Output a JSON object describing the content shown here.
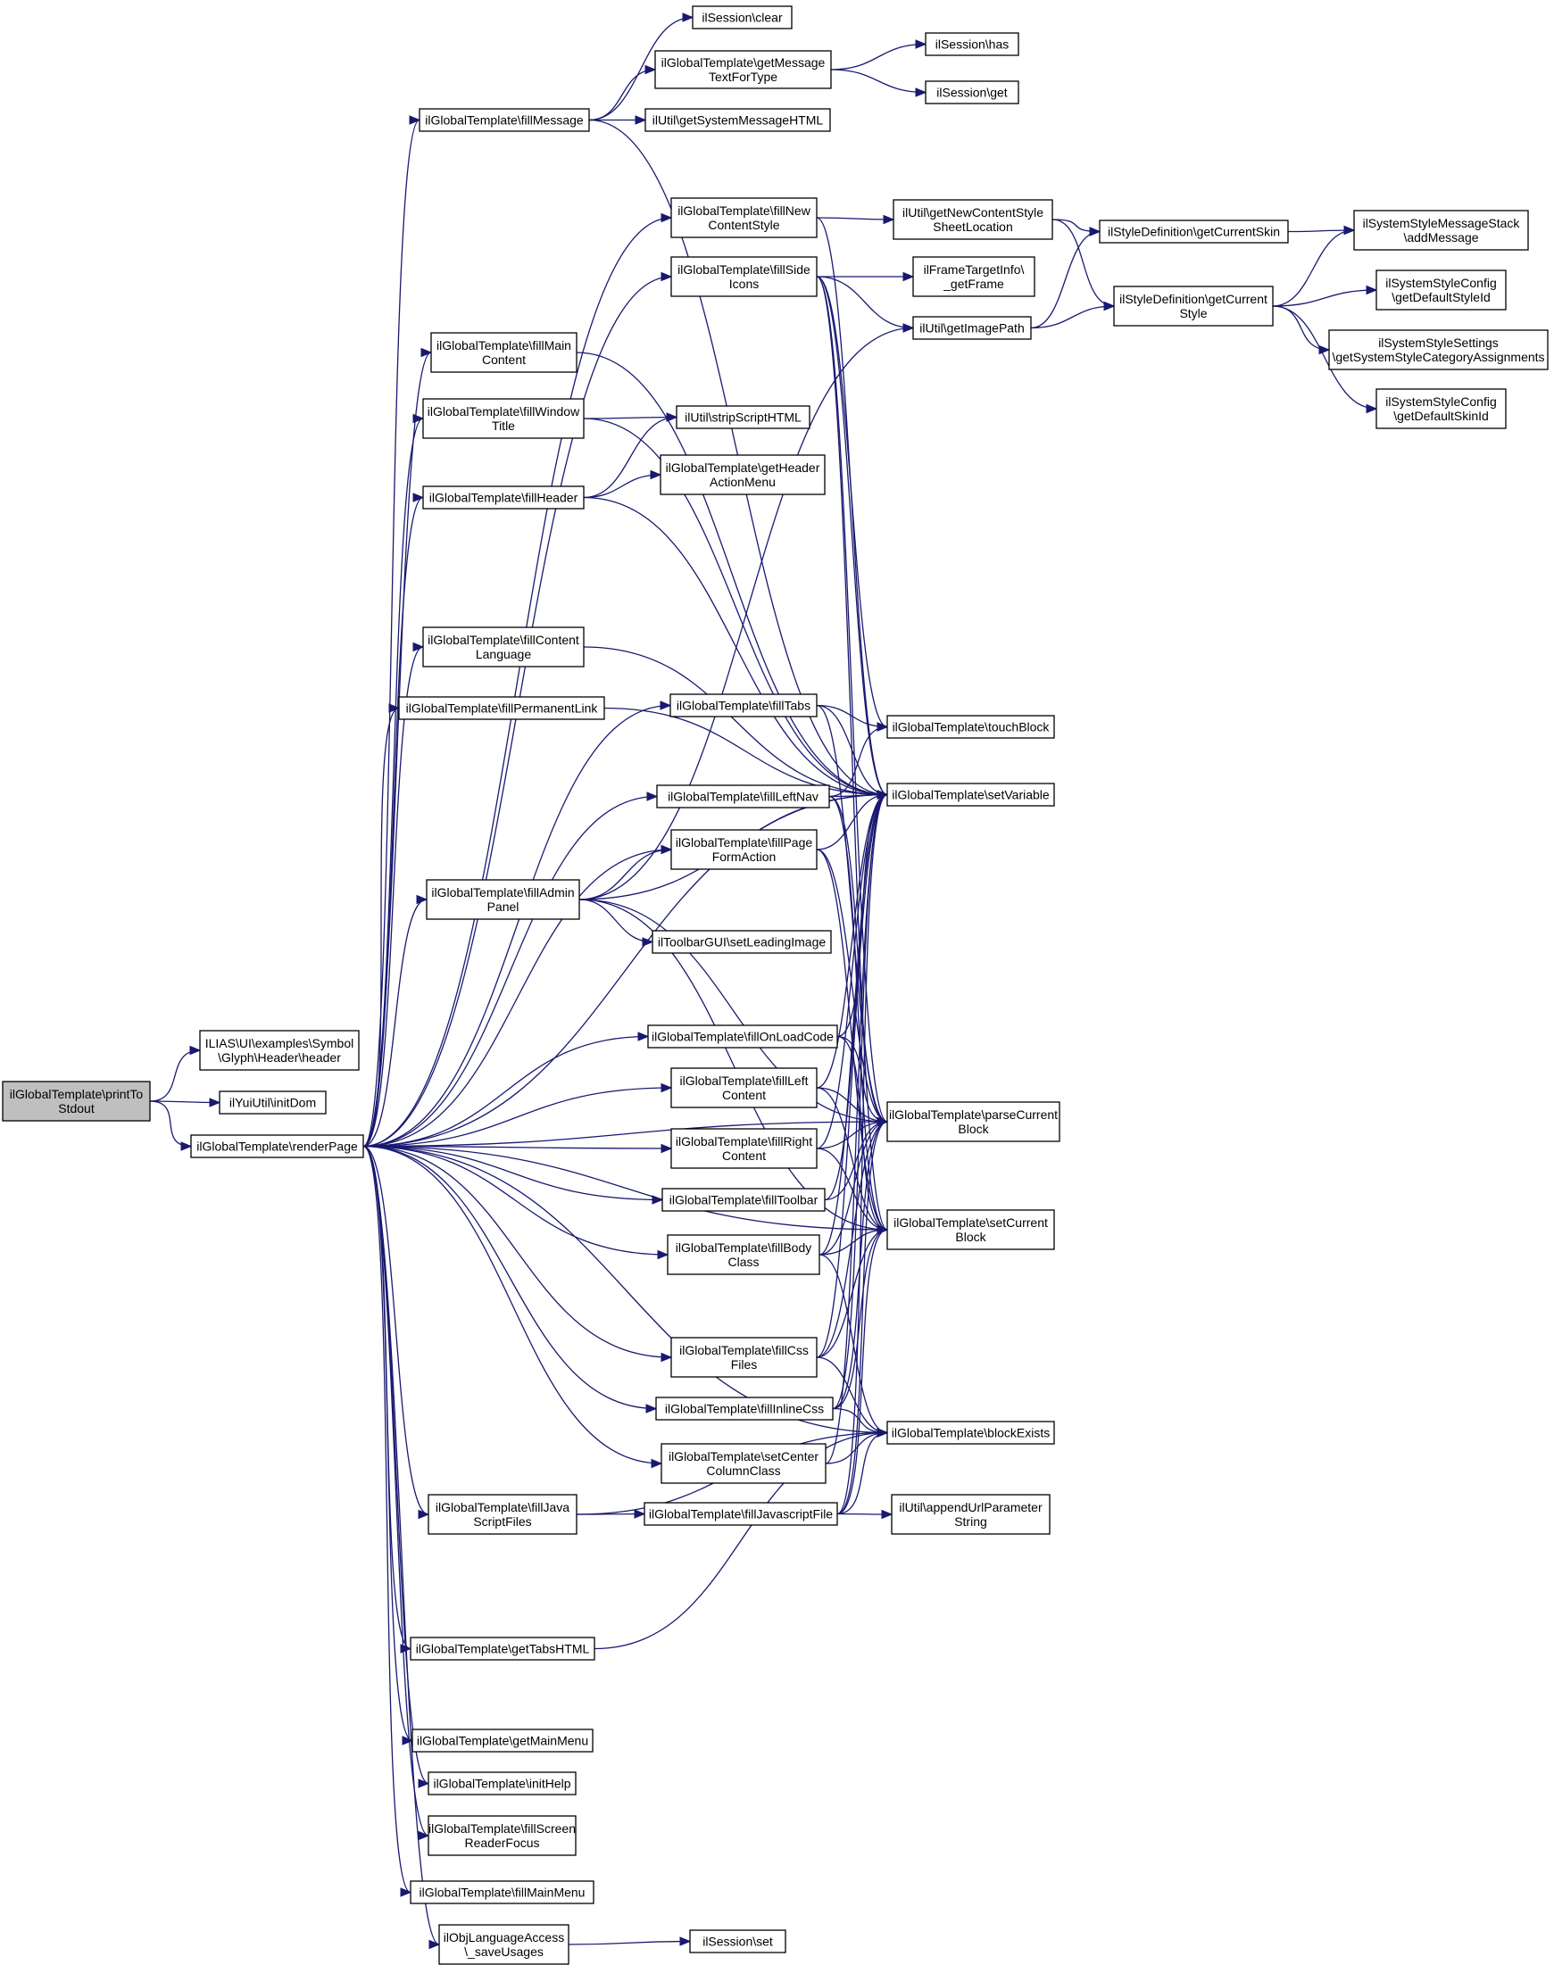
{
  "colors": {
    "edge": "#191970",
    "node_border": "#000000",
    "root_fill": "#bfbfbf",
    "node_fill": "#ffffff"
  },
  "diagram": {
    "type": "call-graph",
    "nodes": [
      {
        "id": "printToStdout",
        "lines": [
          "ilGlobalTemplate\\printTo",
          "Stdout"
        ],
        "root": true
      },
      {
        "id": "header",
        "lines": [
          "ILIAS\\UI\\examples\\Symbol",
          "\\Glyph\\Header\\header"
        ]
      },
      {
        "id": "initDom",
        "lines": [
          "ilYuiUtil\\initDom"
        ]
      },
      {
        "id": "renderPage",
        "lines": [
          "ilGlobalTemplate\\renderPage"
        ]
      },
      {
        "id": "fillMessage",
        "lines": [
          "ilGlobalTemplate\\fillMessage"
        ]
      },
      {
        "id": "sessClear",
        "lines": [
          "ilSession\\clear"
        ]
      },
      {
        "id": "getMsgText",
        "lines": [
          "ilGlobalTemplate\\getMessage",
          "TextForType"
        ]
      },
      {
        "id": "sessHas",
        "lines": [
          "ilSession\\has"
        ]
      },
      {
        "id": "sessGet",
        "lines": [
          "ilSession\\get"
        ]
      },
      {
        "id": "getSysMsg",
        "lines": [
          "ilUtil\\getSystemMessageHTML"
        ]
      },
      {
        "id": "fillNewCS",
        "lines": [
          "ilGlobalTemplate\\fillNew",
          "ContentStyle"
        ]
      },
      {
        "id": "getNewCSS",
        "lines": [
          "ilUtil\\getNewContentStyle",
          "SheetLocation"
        ]
      },
      {
        "id": "getCurSkin",
        "lines": [
          "ilStyleDefinition\\getCurrentSkin"
        ]
      },
      {
        "id": "addMessage",
        "lines": [
          "ilSystemStyleMessageStack",
          "\\addMessage"
        ]
      },
      {
        "id": "fillSideIcons",
        "lines": [
          "ilGlobalTemplate\\fillSide",
          "Icons"
        ]
      },
      {
        "id": "getFrame",
        "lines": [
          "ilFrameTargetInfo\\",
          "_getFrame"
        ]
      },
      {
        "id": "getImagePath",
        "lines": [
          "ilUtil\\getImagePath"
        ]
      },
      {
        "id": "getCurStyle",
        "lines": [
          "ilStyleDefinition\\getCurrent",
          "Style"
        ]
      },
      {
        "id": "defStyleId",
        "lines": [
          "ilSystemStyleConfig",
          "\\getDefaultStyleId"
        ]
      },
      {
        "id": "catAssign",
        "lines": [
          "ilSystemStyleSettings",
          "\\getSystemStyleCategoryAssignments"
        ]
      },
      {
        "id": "defSkinId",
        "lines": [
          "ilSystemStyleConfig",
          "\\getDefaultSkinId"
        ]
      },
      {
        "id": "fillMainContent",
        "lines": [
          "ilGlobalTemplate\\fillMain",
          "Content"
        ]
      },
      {
        "id": "fillWindowTitle",
        "lines": [
          "ilGlobalTemplate\\fillWindow",
          "Title"
        ]
      },
      {
        "id": "stripScript",
        "lines": [
          "ilUtil\\stripScriptHTML"
        ]
      },
      {
        "id": "fillHeader",
        "lines": [
          "ilGlobalTemplate\\fillHeader"
        ]
      },
      {
        "id": "getHeaderAM",
        "lines": [
          "ilGlobalTemplate\\getHeader",
          "ActionMenu"
        ]
      },
      {
        "id": "fillContentLang",
        "lines": [
          "ilGlobalTemplate\\fillContent",
          "Language"
        ]
      },
      {
        "id": "fillPermLink",
        "lines": [
          "ilGlobalTemplate\\fillPermanentLink"
        ]
      },
      {
        "id": "fillTabs",
        "lines": [
          "ilGlobalTemplate\\fillTabs"
        ]
      },
      {
        "id": "touchBlock",
        "lines": [
          "ilGlobalTemplate\\touchBlock"
        ]
      },
      {
        "id": "fillLeftNav",
        "lines": [
          "ilGlobalTemplate\\fillLeftNav"
        ]
      },
      {
        "id": "setVariable",
        "lines": [
          "ilGlobalTemplate\\setVariable"
        ]
      },
      {
        "id": "fillPageFA",
        "lines": [
          "ilGlobalTemplate\\fillPage",
          "FormAction"
        ]
      },
      {
        "id": "fillAdminPanel",
        "lines": [
          "ilGlobalTemplate\\fillAdmin",
          "Panel"
        ]
      },
      {
        "id": "setLeadingImage",
        "lines": [
          "ilToolbarGUI\\setLeadingImage"
        ]
      },
      {
        "id": "fillOnLoad",
        "lines": [
          "ilGlobalTemplate\\fillOnLoadCode"
        ]
      },
      {
        "id": "fillLeftContent",
        "lines": [
          "ilGlobalTemplate\\fillLeft",
          "Content"
        ]
      },
      {
        "id": "parseCurBlock",
        "lines": [
          "ilGlobalTemplate\\parseCurrent",
          "Block"
        ]
      },
      {
        "id": "fillRightContent",
        "lines": [
          "ilGlobalTemplate\\fillRight",
          "Content"
        ]
      },
      {
        "id": "fillToolbar",
        "lines": [
          "ilGlobalTemplate\\fillToolbar"
        ]
      },
      {
        "id": "setCurBlock",
        "lines": [
          "ilGlobalTemplate\\setCurrent",
          "Block"
        ]
      },
      {
        "id": "fillBodyClass",
        "lines": [
          "ilGlobalTemplate\\fillBody",
          "Class"
        ]
      },
      {
        "id": "fillCssFiles",
        "lines": [
          "ilGlobalTemplate\\fillCss",
          "Files"
        ]
      },
      {
        "id": "fillInlineCss",
        "lines": [
          "ilGlobalTemplate\\fillInlineCss"
        ]
      },
      {
        "id": "blockExists",
        "lines": [
          "ilGlobalTemplate\\blockExists"
        ]
      },
      {
        "id": "setCenterCC",
        "lines": [
          "ilGlobalTemplate\\setCenter",
          "ColumnClass"
        ]
      },
      {
        "id": "fillJSFiles",
        "lines": [
          "ilGlobalTemplate\\fillJava",
          "ScriptFiles"
        ]
      },
      {
        "id": "fillJSFile",
        "lines": [
          "ilGlobalTemplate\\fillJavascriptFile"
        ]
      },
      {
        "id": "appendUrl",
        "lines": [
          "ilUtil\\appendUrlParameter",
          "String"
        ]
      },
      {
        "id": "getTabsHTML",
        "lines": [
          "ilGlobalTemplate\\getTabsHTML"
        ]
      },
      {
        "id": "getMainMenu",
        "lines": [
          "ilGlobalTemplate\\getMainMenu"
        ]
      },
      {
        "id": "initHelp",
        "lines": [
          "ilGlobalTemplate\\initHelp"
        ]
      },
      {
        "id": "fillSRF",
        "lines": [
          "ilGlobalTemplate\\fillScreen",
          "ReaderFocus"
        ]
      },
      {
        "id": "fillMainMenu",
        "lines": [
          "ilGlobalTemplate\\fillMainMenu"
        ]
      },
      {
        "id": "saveUsages",
        "lines": [
          "ilObjLanguageAccess",
          "\\_saveUsages"
        ]
      },
      {
        "id": "sessSet",
        "lines": [
          "ilSession\\set"
        ]
      }
    ],
    "edges": [
      [
        "printToStdout",
        "header"
      ],
      [
        "printToStdout",
        "initDom"
      ],
      [
        "printToStdout",
        "renderPage"
      ],
      [
        "renderPage",
        "fillMessage"
      ],
      [
        "renderPage",
        "fillNewCS"
      ],
      [
        "renderPage",
        "fillSideIcons"
      ],
      [
        "renderPage",
        "fillMainContent"
      ],
      [
        "renderPage",
        "fillWindowTitle"
      ],
      [
        "renderPage",
        "fillHeader"
      ],
      [
        "renderPage",
        "fillContentLang"
      ],
      [
        "renderPage",
        "fillPermLink"
      ],
      [
        "renderPage",
        "fillTabs"
      ],
      [
        "renderPage",
        "fillLeftNav"
      ],
      [
        "renderPage",
        "fillPageFA"
      ],
      [
        "renderPage",
        "fillAdminPanel"
      ],
      [
        "renderPage",
        "fillOnLoad"
      ],
      [
        "renderPage",
        "fillLeftContent"
      ],
      [
        "renderPage",
        "fillRightContent"
      ],
      [
        "renderPage",
        "fillToolbar"
      ],
      [
        "renderPage",
        "fillBodyClass"
      ],
      [
        "renderPage",
        "fillCssFiles"
      ],
      [
        "renderPage",
        "fillInlineCss"
      ],
      [
        "renderPage",
        "setCenterCC"
      ],
      [
        "renderPage",
        "fillJSFiles"
      ],
      [
        "renderPage",
        "getTabsHTML"
      ],
      [
        "renderPage",
        "getMainMenu"
      ],
      [
        "renderPage",
        "initHelp"
      ],
      [
        "renderPage",
        "fillSRF"
      ],
      [
        "renderPage",
        "fillMainMenu"
      ],
      [
        "renderPage",
        "saveUsages"
      ],
      [
        "renderPage",
        "setVariable"
      ],
      [
        "renderPage",
        "parseCurBlock"
      ],
      [
        "renderPage",
        "setCurBlock"
      ],
      [
        "renderPage",
        "blockExists"
      ],
      [
        "fillMessage",
        "sessClear"
      ],
      [
        "fillMessage",
        "getMsgText"
      ],
      [
        "fillMessage",
        "getSysMsg"
      ],
      [
        "fillMessage",
        "setVariable"
      ],
      [
        "getMsgText",
        "sessHas"
      ],
      [
        "getMsgText",
        "sessGet"
      ],
      [
        "fillNewCS",
        "getNewCSS"
      ],
      [
        "fillNewCS",
        "setVariable"
      ],
      [
        "getNewCSS",
        "getCurSkin"
      ],
      [
        "getNewCSS",
        "getCurStyle"
      ],
      [
        "getCurSkin",
        "addMessage"
      ],
      [
        "getCurStyle",
        "addMessage"
      ],
      [
        "getCurStyle",
        "defStyleId"
      ],
      [
        "getCurStyle",
        "catAssign"
      ],
      [
        "getCurStyle",
        "defSkinId"
      ],
      [
        "fillSideIcons",
        "getFrame"
      ],
      [
        "fillSideIcons",
        "getImagePath"
      ],
      [
        "fillSideIcons",
        "touchBlock"
      ],
      [
        "fillSideIcons",
        "setVariable"
      ],
      [
        "fillSideIcons",
        "parseCurBlock"
      ],
      [
        "fillSideIcons",
        "setCurBlock"
      ],
      [
        "getImagePath",
        "getCurSkin"
      ],
      [
        "getImagePath",
        "getCurStyle"
      ],
      [
        "fillMainContent",
        "setVariable"
      ],
      [
        "fillWindowTitle",
        "stripScript"
      ],
      [
        "fillWindowTitle",
        "setVariable"
      ],
      [
        "fillHeader",
        "stripScript"
      ],
      [
        "fillHeader",
        "getHeaderAM"
      ],
      [
        "fillHeader",
        "setVariable"
      ],
      [
        "fillContentLang",
        "setVariable"
      ],
      [
        "fillPermLink",
        "setVariable"
      ],
      [
        "fillTabs",
        "touchBlock"
      ],
      [
        "fillTabs",
        "setVariable"
      ],
      [
        "fillTabs",
        "parseCurBlock"
      ],
      [
        "fillLeftNav",
        "touchBlock"
      ],
      [
        "fillLeftNav",
        "setVariable"
      ],
      [
        "fillLeftNav",
        "parseCurBlock"
      ],
      [
        "fillLeftNav",
        "setCurBlock"
      ],
      [
        "fillPageFA",
        "setVariable"
      ],
      [
        "fillPageFA",
        "parseCurBlock"
      ],
      [
        "fillPageFA",
        "setCurBlock"
      ],
      [
        "fillAdminPanel",
        "fillPageFA"
      ],
      [
        "fillAdminPanel",
        "setLeadingImage"
      ],
      [
        "fillAdminPanel",
        "getImagePath"
      ],
      [
        "fillAdminPanel",
        "setVariable"
      ],
      [
        "fillAdminPanel",
        "parseCurBlock"
      ],
      [
        "fillAdminPanel",
        "setCurBlock"
      ],
      [
        "fillOnLoad",
        "setVariable"
      ],
      [
        "fillOnLoad",
        "parseCurBlock"
      ],
      [
        "fillOnLoad",
        "setCurBlock"
      ],
      [
        "fillLeftContent",
        "setVariable"
      ],
      [
        "fillLeftContent",
        "parseCurBlock"
      ],
      [
        "fillLeftContent",
        "setCurBlock"
      ],
      [
        "fillRightContent",
        "setVariable"
      ],
      [
        "fillRightContent",
        "parseCurBlock"
      ],
      [
        "fillRightContent",
        "setCurBlock"
      ],
      [
        "fillToolbar",
        "setVariable"
      ],
      [
        "fillToolbar",
        "parseCurBlock"
      ],
      [
        "fillBodyClass",
        "setVariable"
      ],
      [
        "fillBodyClass",
        "parseCurBlock"
      ],
      [
        "fillBodyClass",
        "setCurBlock"
      ],
      [
        "fillBodyClass",
        "blockExists"
      ],
      [
        "fillCssFiles",
        "setVariable"
      ],
      [
        "fillCssFiles",
        "parseCurBlock"
      ],
      [
        "fillCssFiles",
        "setCurBlock"
      ],
      [
        "fillCssFiles",
        "blockExists"
      ],
      [
        "fillInlineCss",
        "setVariable"
      ],
      [
        "fillInlineCss",
        "parseCurBlock"
      ],
      [
        "fillInlineCss",
        "setCurBlock"
      ],
      [
        "fillInlineCss",
        "blockExists"
      ],
      [
        "setCenterCC",
        "setVariable"
      ],
      [
        "setCenterCC",
        "blockExists"
      ],
      [
        "fillJSFiles",
        "fillJSFile"
      ],
      [
        "fillJSFiles",
        "blockExists"
      ],
      [
        "fillJSFile",
        "appendUrl"
      ],
      [
        "fillJSFile",
        "setVariable"
      ],
      [
        "fillJSFile",
        "parseCurBlock"
      ],
      [
        "fillJSFile",
        "setCurBlock"
      ],
      [
        "fillJSFile",
        "blockExists"
      ],
      [
        "getTabsHTML",
        "blockExists"
      ],
      [
        "saveUsages",
        "sessSet"
      ]
    ]
  }
}
